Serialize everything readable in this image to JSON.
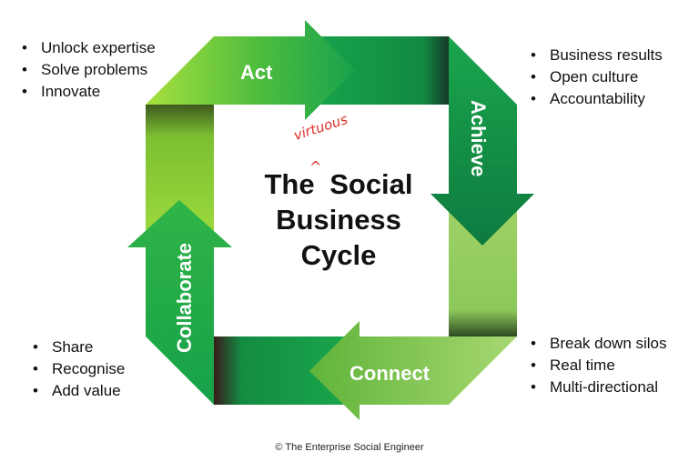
{
  "center": {
    "line1": "The",
    "line1b": "Social",
    "line2": "Business",
    "line3": "Cycle",
    "insert_word": "virtuous",
    "insert_mark": "^"
  },
  "stages": {
    "act": "Act",
    "achieve": "Achieve",
    "connect": "Connect",
    "collaborate": "Collaborate"
  },
  "bullets": {
    "top_left": [
      "Unlock expertise",
      "Solve problems",
      "Innovate"
    ],
    "top_right": [
      "Business results",
      "Open culture",
      "Accountability"
    ],
    "bottom_right": [
      "Break down silos",
      "Real time",
      "Multi-directional"
    ],
    "bottom_left": [
      "Share",
      "Recognise",
      "Add value"
    ]
  },
  "footer": {
    "copyright": "© The Enterprise Social Engineer"
  },
  "colors": {
    "dark_green": "#17a24a",
    "light_green": "#8ad23c",
    "pale_green": "#a2d46a",
    "shadow": "#1f3a1f",
    "annotation_red": "#e0302a"
  }
}
